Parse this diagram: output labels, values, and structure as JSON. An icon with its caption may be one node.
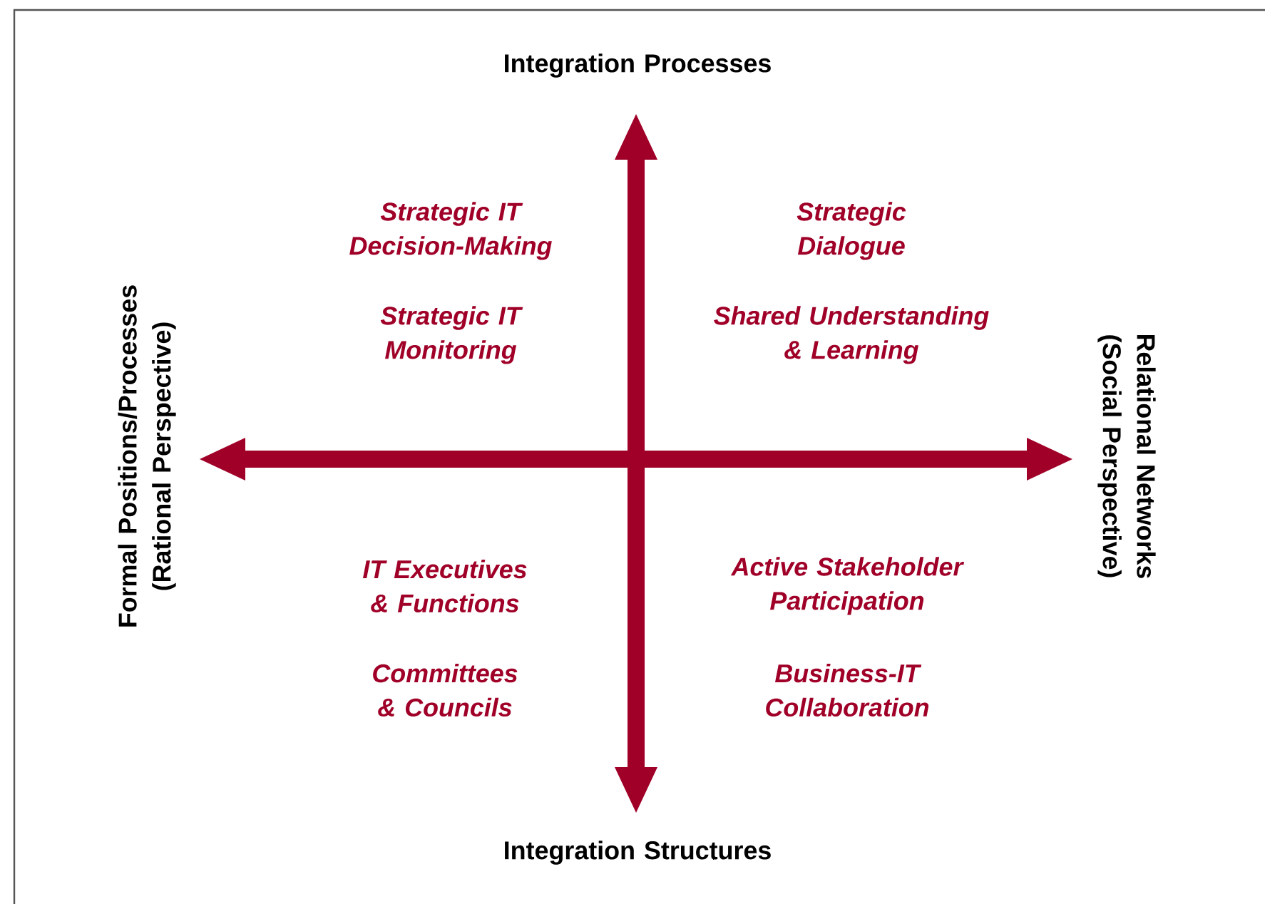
{
  "diagram": {
    "labels": [
      "Integration Processes",
      "Formal Positions/Processes (Rational Perspective)",
      "Strategic IT Decision-Making",
      "Strategic Dialogue",
      "Strategic IT Monitoring",
      "Shared Understanding & Learning",
      "Relational Networks (Social Perspective)",
      "IT Executives & Functions",
      "Active Stakeholder Participation",
      "Committees & Councils",
      "Business-IT Collaboration",
      "Integration Structures"
    ]
  }
}
